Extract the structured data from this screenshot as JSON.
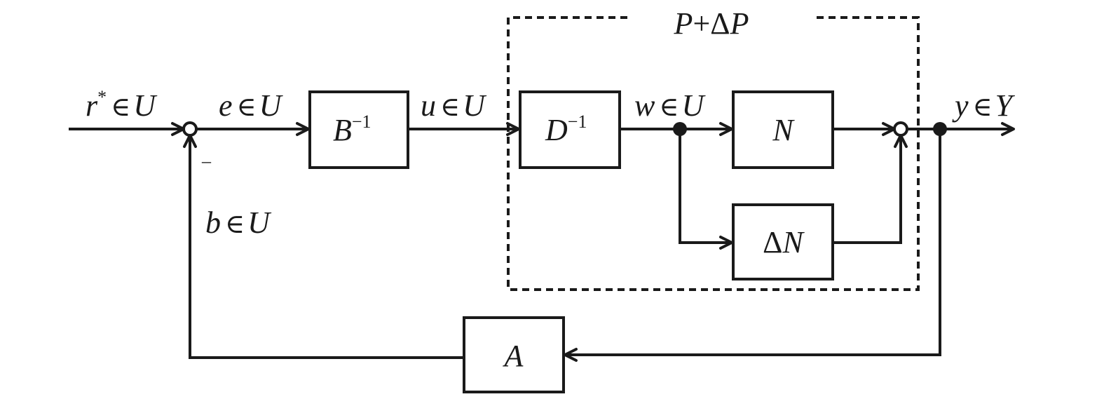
{
  "diagram": {
    "plant_region_label": {
      "base": "P",
      "op": "+",
      "delta": "Δ",
      "var": "P"
    },
    "blocks": {
      "B_inverse": {
        "letter": "B",
        "sup": "−1"
      },
      "D_inverse": {
        "letter": "D",
        "sup": "−1"
      },
      "N": {
        "letter": "N"
      },
      "Delta_N": {
        "delta": "Δ",
        "letter": "N"
      },
      "A": {
        "letter": "A"
      }
    },
    "signals": {
      "r_star": {
        "var": "r",
        "sup": "*",
        "in": "∈",
        "set": "U"
      },
      "e": {
        "var": "e",
        "in": "∈",
        "set": "U"
      },
      "u": {
        "var": "u",
        "in": "∈",
        "set": "U"
      },
      "w": {
        "var": "w",
        "in": "∈",
        "set": "U"
      },
      "y": {
        "var": "y",
        "in": "∈",
        "set": "Y"
      },
      "b": {
        "var": "b",
        "in": "∈",
        "set": "U"
      }
    },
    "feedback_sign": "–"
  }
}
